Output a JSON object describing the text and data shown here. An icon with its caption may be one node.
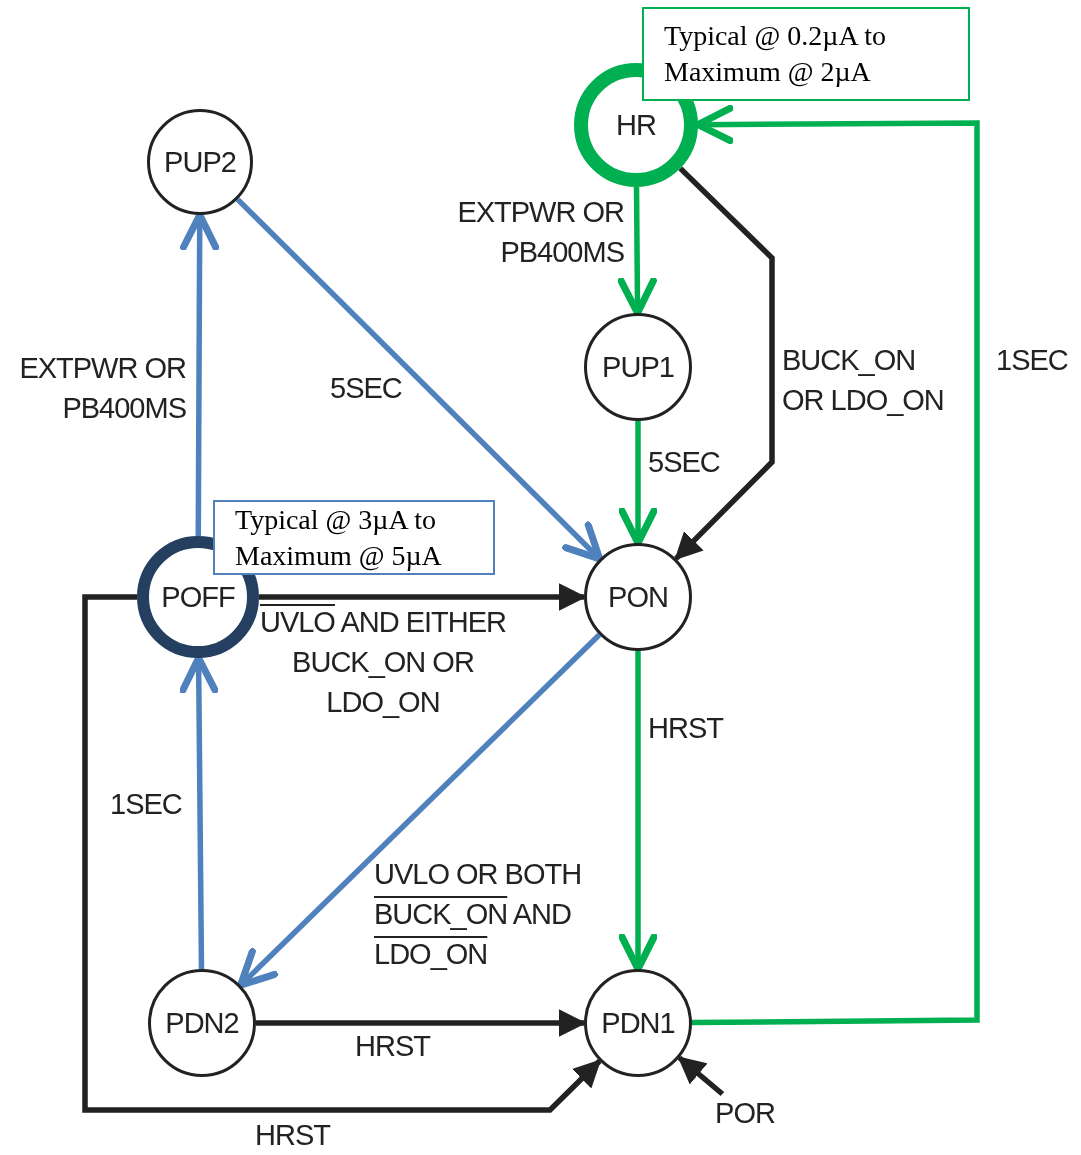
{
  "diagram": {
    "nodes": [
      {
        "text": [
          "Typical @ 0.2µA to Maximum @ 2µA"
        ]
      },
      {
        "text": [
          "HR"
        ]
      },
      {
        "text": [
          "PUP2"
        ]
      },
      {
        "text": [
          "PUP1"
        ]
      },
      {
        "text": [
          "Typical @ 3µA to Maximum @ 5µA"
        ]
      },
      {
        "text": [
          "POFF"
        ]
      },
      {
        "text": [
          "PON"
        ]
      },
      {
        "text": [
          "PDN2"
        ]
      },
      {
        "text": [
          "PDN1"
        ]
      },
      {
        "text": [
          "POR"
        ]
      }
    ],
    "edges": [
      {
        "from": 1,
        "to": 3,
        "arrow": "to",
        "label": "EXTPWR OR PB400MS",
        "color": "#00b050"
      },
      {
        "from": 1,
        "to": 6,
        "arrow": "to",
        "label": "BUCK_ON OR LDO_ON"
      },
      {
        "from": 3,
        "to": 6,
        "arrow": "to",
        "label": "5SEC",
        "color": "#00b050"
      },
      {
        "from": 8,
        "to": 1,
        "arrow": "to",
        "label": "1SEC",
        "color": "#00b050"
      },
      {
        "from": 5,
        "to": 2,
        "arrow": "to",
        "label": "EXTPWR OR PB400MS",
        "color": "#4f81bd"
      },
      {
        "from": 2,
        "to": 6,
        "arrow": "to",
        "label": "5SEC",
        "color": "#4f81bd"
      },
      {
        "from": 5,
        "to": 6,
        "arrow": "to",
        "label": "UVLO AND EITHER BUCK_ON OR LDO_ON"
      },
      {
        "from": 6,
        "to": 7,
        "arrow": "to",
        "label": "UVLO OR BOTH BUCK_ON AND LDO_ON",
        "color": "#4f81bd"
      },
      {
        "from": 6,
        "to": 8,
        "arrow": "to",
        "label": "HRST",
        "color": "#00b050"
      },
      {
        "from": 7,
        "to": 5,
        "arrow": "to",
        "label": "1SEC",
        "color": "#4f81bd"
      },
      {
        "from": 7,
        "to": 8,
        "arrow": "to",
        "label": "HRST"
      },
      {
        "from": 5,
        "to": 8,
        "arrow": "to",
        "label": "HRST"
      },
      {
        "from": 9,
        "to": 8,
        "arrow": "to"
      }
    ]
  }
}
